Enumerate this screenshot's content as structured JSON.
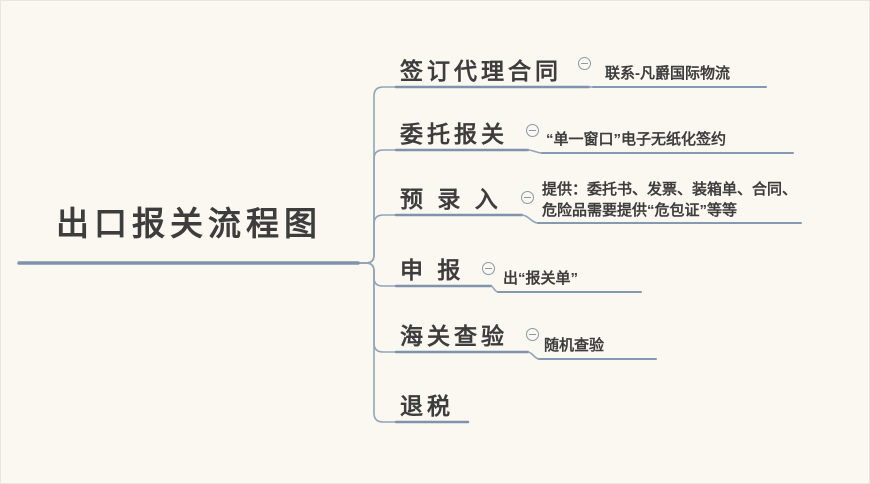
{
  "title": "出口报关流程图",
  "root": {
    "label": "出口报关流程图"
  },
  "branches": [
    {
      "label": "签订代理合同",
      "detail": "联系-凡爵国际物流",
      "has_collapse_icon": true
    },
    {
      "label": "委托报关",
      "detail": "“单一窗口”电子无纸化签约",
      "has_collapse_icon": true
    },
    {
      "label": "预 录 入",
      "detail": "提供：委托书、发票、装箱单、合同、\n危险品需要提供“危包证”等等",
      "has_collapse_icon": true
    },
    {
      "label": "申 报",
      "detail": "出“报关单”",
      "has_collapse_icon": true
    },
    {
      "label": "海关查验",
      "detail": "随机查验",
      "has_collapse_icon": true
    },
    {
      "label": "退税",
      "detail": "",
      "has_collapse_icon": false
    }
  ],
  "icons": {
    "collapse": "minus-circle"
  },
  "colors": {
    "background": "#faf8f0",
    "line": "#8094a9",
    "connector": "#93a5b5",
    "text": "#3d3d3d",
    "icon_stroke": "#8a9aa8"
  }
}
